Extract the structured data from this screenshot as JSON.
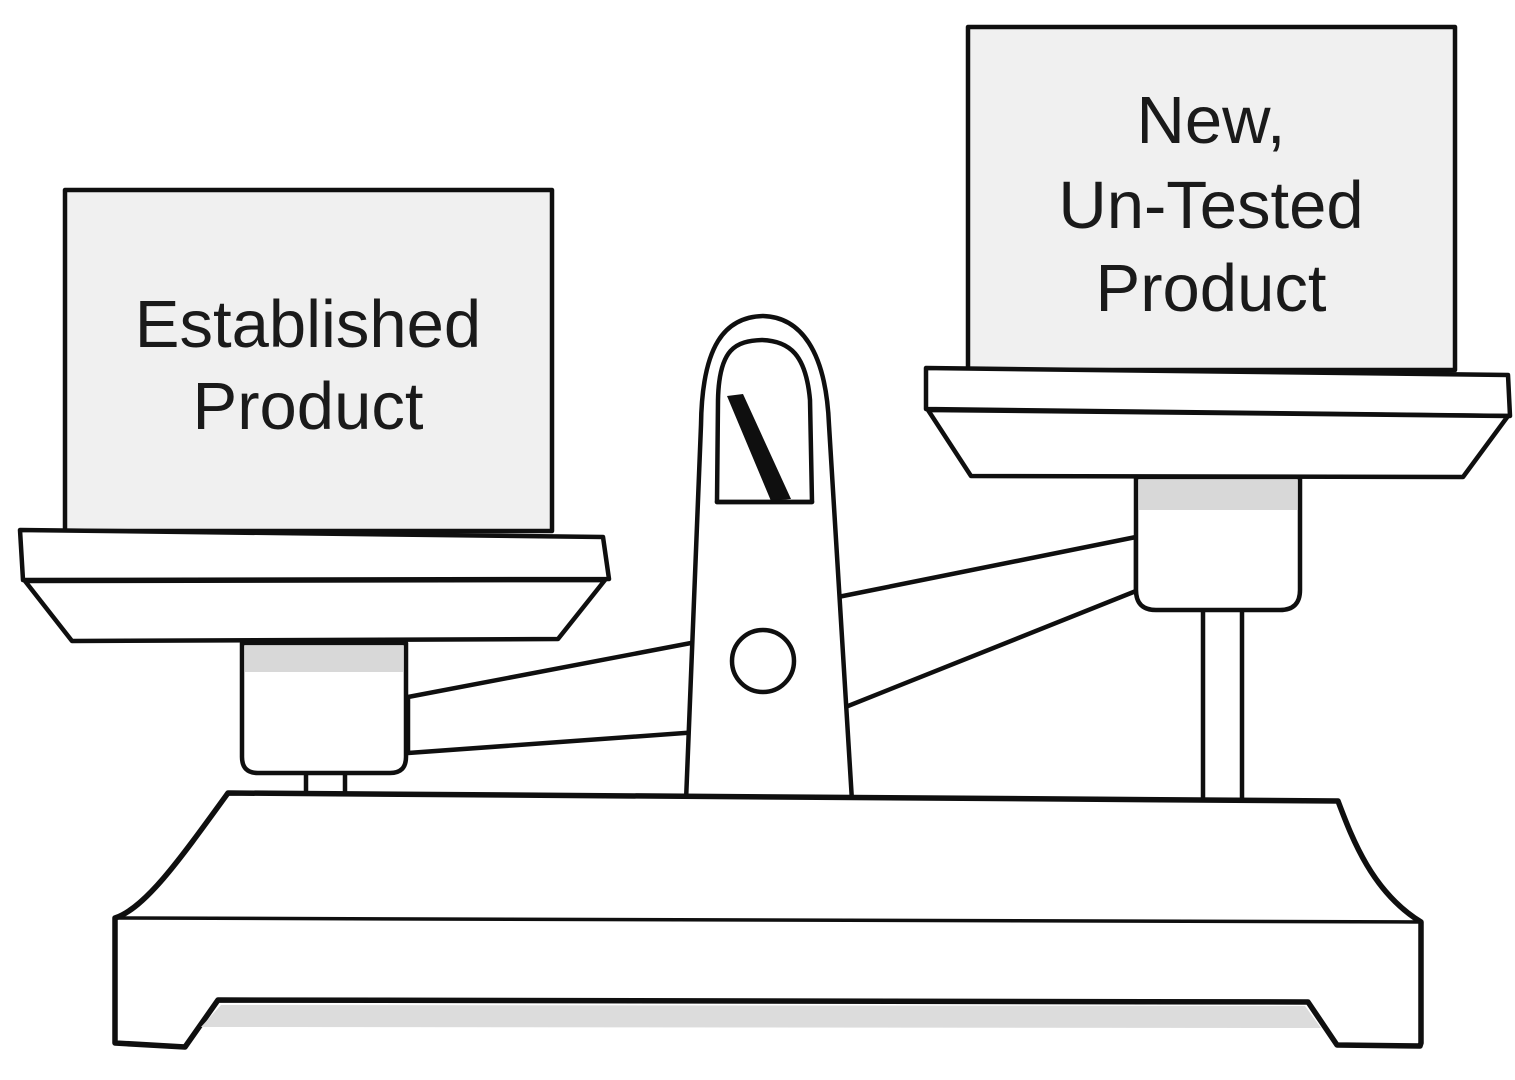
{
  "diagram": {
    "title": "Balance scale weighing an established product against a new, un-tested product",
    "type": "balance-scale-illustration",
    "tilt": "left side down (established product heavier), right side up",
    "boxes": {
      "left": {
        "lines": {
          "0": "Established",
          "1": "Product"
        }
      },
      "right": {
        "lines": {
          "0": "New,",
          "1": "Un-Tested",
          "2": "Product"
        }
      }
    }
  },
  "colors": {
    "stroke": "#0f0f0f",
    "box_fill": "#f0f0f0",
    "band_fill": "#d8d8d8",
    "shadow_fill": "#dcdcdc",
    "background": "#ffffff",
    "text": "#1a1a1a"
  }
}
